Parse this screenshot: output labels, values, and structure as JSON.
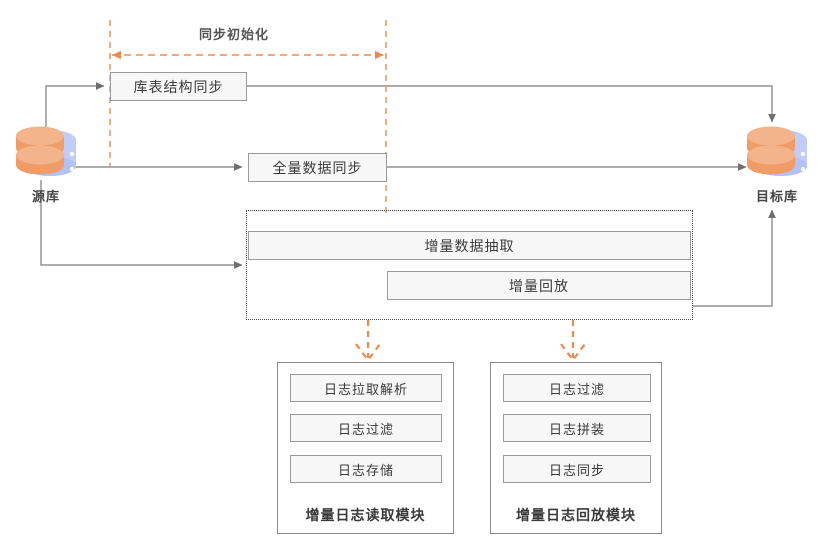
{
  "diagram": {
    "title_label": "同步初始化",
    "source_db": {
      "label": "源库",
      "icon": "database-cylinder-icon"
    },
    "target_db": {
      "label": "目标库",
      "icon": "database-cylinder-icon"
    },
    "stages": [
      {
        "id": "schema-sync",
        "label": "库表结构同步"
      },
      {
        "id": "full-data-sync",
        "label": "全量数据同步"
      },
      {
        "id": "incr-extract",
        "label": "增量数据抽取"
      },
      {
        "id": "incr-replay",
        "label": "增量回放"
      }
    ],
    "modules": [
      {
        "id": "incr-log-read-module",
        "title": "增量日志读取模块",
        "items": [
          "日志拉取解析",
          "日志过滤",
          "日志存储"
        ]
      },
      {
        "id": "incr-log-replay-module",
        "title": "增量日志回放模块",
        "items": [
          "日志过滤",
          "日志拼装",
          "日志同步"
        ]
      }
    ],
    "colors": {
      "accent_orange": "#ED8B4E",
      "box_fill": "#f7f7f7",
      "box_border": "#9a9a9a",
      "connector": "#7a7a7a",
      "db_blue": "#b9c6f5",
      "db_orange": "#f0a878",
      "text": "#3a3a3a"
    }
  }
}
